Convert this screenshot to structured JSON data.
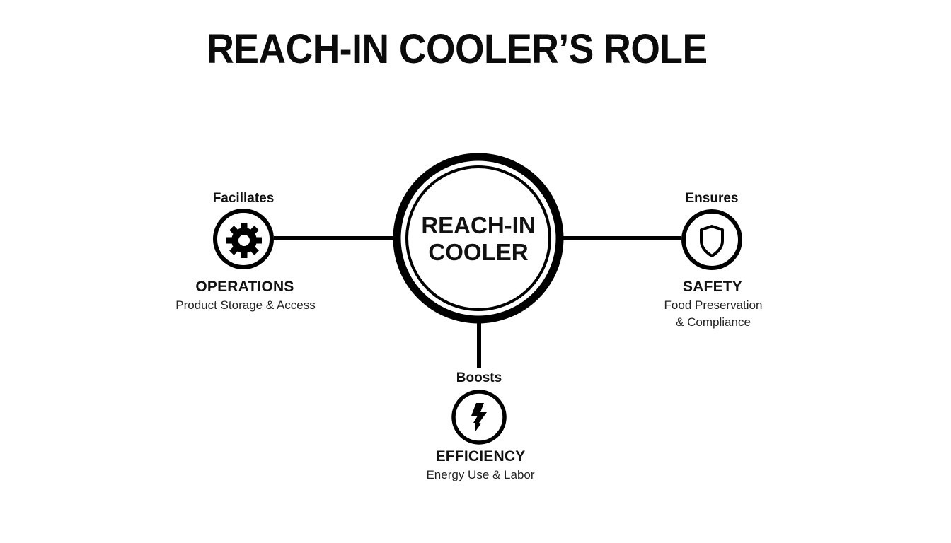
{
  "title": "REACH-IN COOLER’S ROLE",
  "center": {
    "line1": "REACH-IN",
    "line2": "COOLER"
  },
  "nodes": [
    {
      "id": "operations",
      "verb": "Facillates",
      "title": "OPERATIONS",
      "desc_lines": [
        "Product Storage & Access"
      ],
      "icon": "gear-icon",
      "position": "left"
    },
    {
      "id": "safety",
      "verb": "Ensures",
      "title": "SAFETY",
      "desc_lines": [
        "Food Preservation",
        "& Compliance"
      ],
      "icon": "shield-icon",
      "position": "right"
    },
    {
      "id": "efficiency",
      "verb": "Boosts",
      "title": "EFFICIENCY",
      "desc_lines": [
        "Energy Use & Labor"
      ],
      "icon": "lightning-bolt-icon",
      "position": "bottom"
    }
  ],
  "colors": {
    "stroke": "#000000",
    "background": "#ffffff",
    "text": "#111111"
  }
}
